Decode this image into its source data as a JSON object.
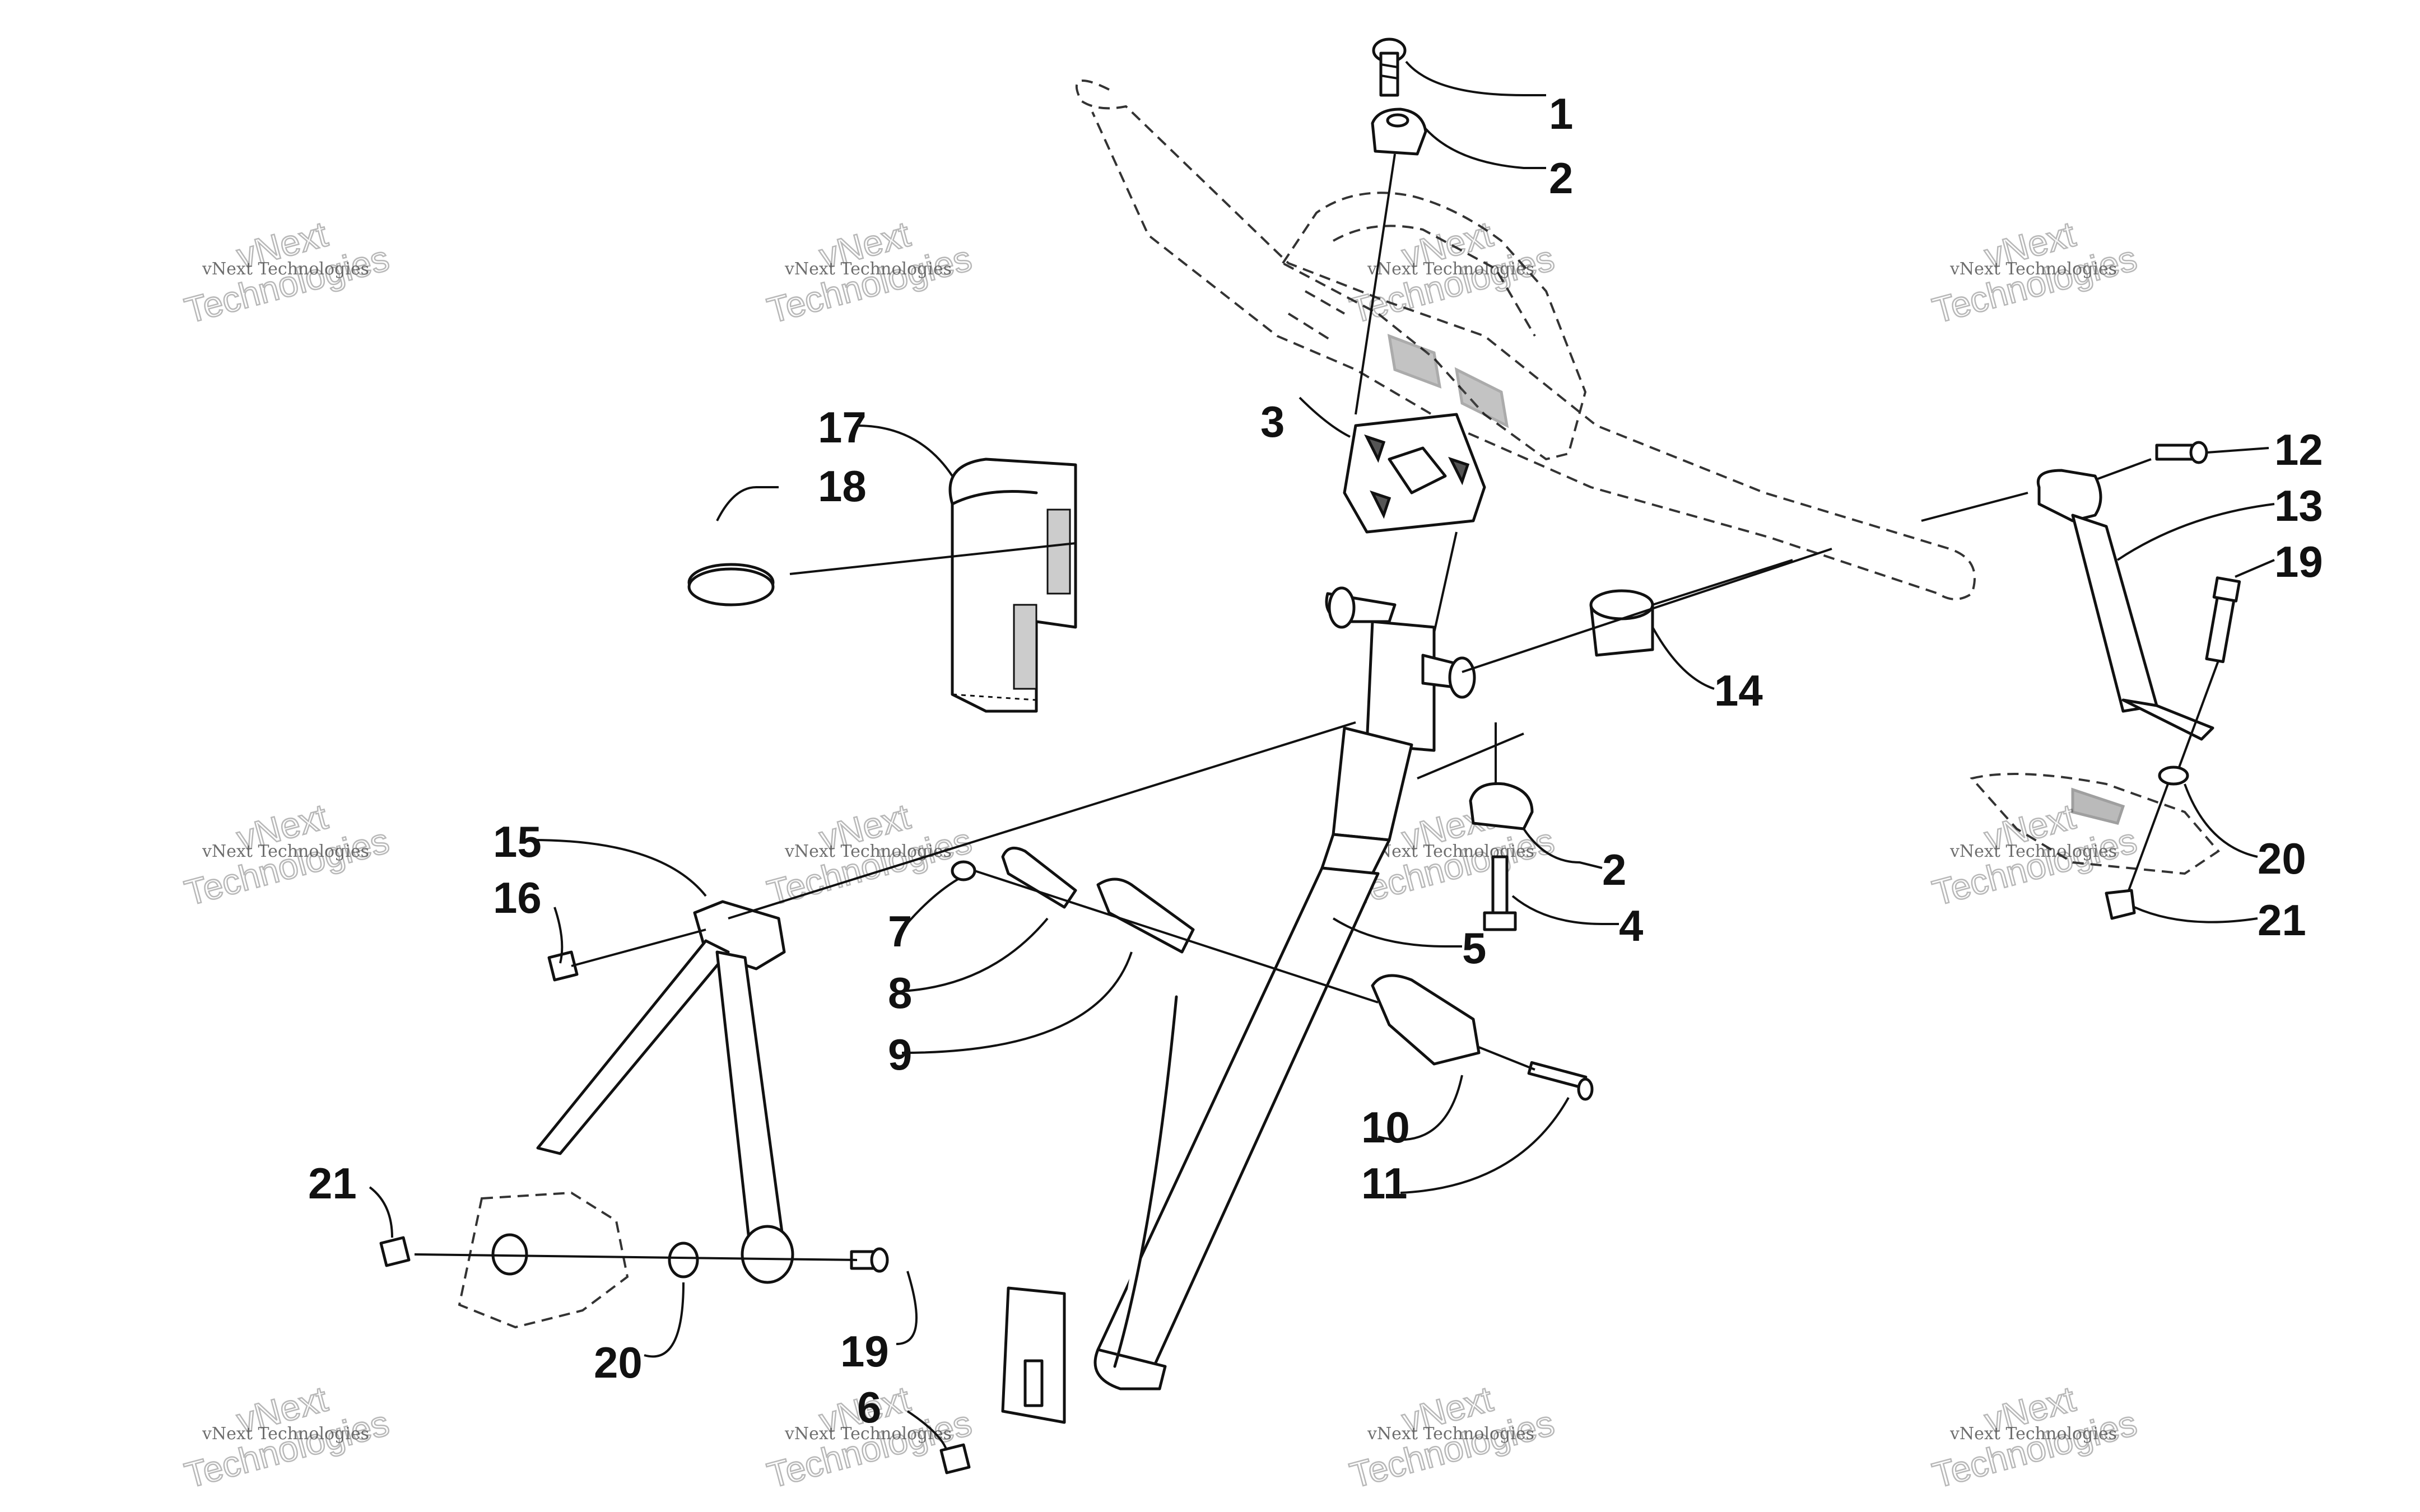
{
  "callouts": [
    {
      "id": "c1",
      "label": "1"
    },
    {
      "id": "c2a",
      "label": "2"
    },
    {
      "id": "c3",
      "label": "3"
    },
    {
      "id": "c17",
      "label": "17"
    },
    {
      "id": "c18",
      "label": "18"
    },
    {
      "id": "c12",
      "label": "12"
    },
    {
      "id": "c13",
      "label": "13"
    },
    {
      "id": "c19a",
      "label": "19"
    },
    {
      "id": "c14",
      "label": "14"
    },
    {
      "id": "c2b",
      "label": "2"
    },
    {
      "id": "c4",
      "label": "4"
    },
    {
      "id": "c5",
      "label": "5"
    },
    {
      "id": "c20a",
      "label": "20"
    },
    {
      "id": "c21a",
      "label": "21"
    },
    {
      "id": "c15",
      "label": "15"
    },
    {
      "id": "c16",
      "label": "16"
    },
    {
      "id": "c7",
      "label": "7"
    },
    {
      "id": "c8",
      "label": "8"
    },
    {
      "id": "c9",
      "label": "9"
    },
    {
      "id": "c10",
      "label": "10"
    },
    {
      "id": "c11",
      "label": "11"
    },
    {
      "id": "c21b",
      "label": "21"
    },
    {
      "id": "c20b",
      "label": "20"
    },
    {
      "id": "c19b",
      "label": "19"
    },
    {
      "id": "c6",
      "label": "6"
    }
  ],
  "watermark": {
    "small_text": "vNext Technologies",
    "big_line1": "vNext",
    "big_line2": "Technologies"
  }
}
